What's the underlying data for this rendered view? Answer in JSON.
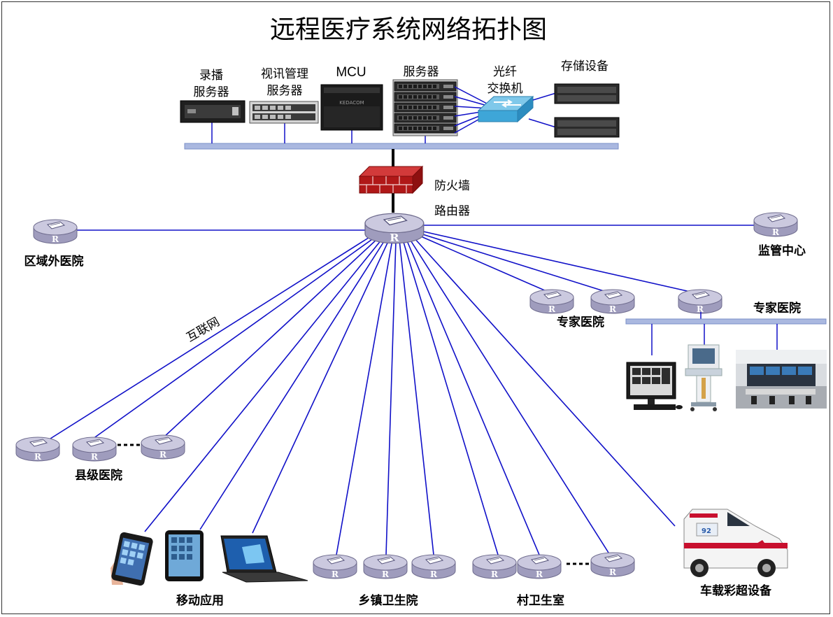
{
  "title": "远程医疗系统网络拓扑图",
  "colors": {
    "link_blue": "#1010c8",
    "router_body": "#a9a6c4",
    "router_top": "#c8c6dc",
    "lan_bar": "#aab8e0",
    "firewall": "#b01818"
  },
  "labels": {
    "recorder_line1": "录播",
    "recorder_line2": "服务器",
    "video_mgmt_line1": "视讯管理",
    "video_mgmt_line2": "服务器",
    "mcu": "MCU",
    "servers": "服务器",
    "fiber_switch_line1": "光纤",
    "fiber_switch_line2": "交换机",
    "storage": "存储设备",
    "firewall": "防火墙",
    "router": "路由器",
    "outside_hospital": "区域外医院",
    "supervision_center": "监管中心",
    "expert_hospital_a": "专家医院",
    "expert_hospital_b": "专家医院",
    "internet": "互联网",
    "county_hospital": "县级医院",
    "mobile_app": "移动应用",
    "township_clinic": "乡镇卫生院",
    "village_clinic": "村卫生室",
    "vehicle_ultrasound": "车载彩超设备",
    "router_mark": "R",
    "mcu_brand": "KEDACOM"
  },
  "icons": {
    "router": "router-icon",
    "firewall": "firewall-icon",
    "switch": "fiber-switch-icon",
    "server": "rack-server-icon",
    "storage": "storage-array-icon",
    "phone": "smartphone-icon",
    "tablet": "tablet-icon",
    "laptop": "laptop-icon",
    "monitor": "medical-workstation-icon",
    "cart": "ultrasound-cart-icon",
    "room": "control-room-icon",
    "ambulance": "ambulance-icon"
  }
}
